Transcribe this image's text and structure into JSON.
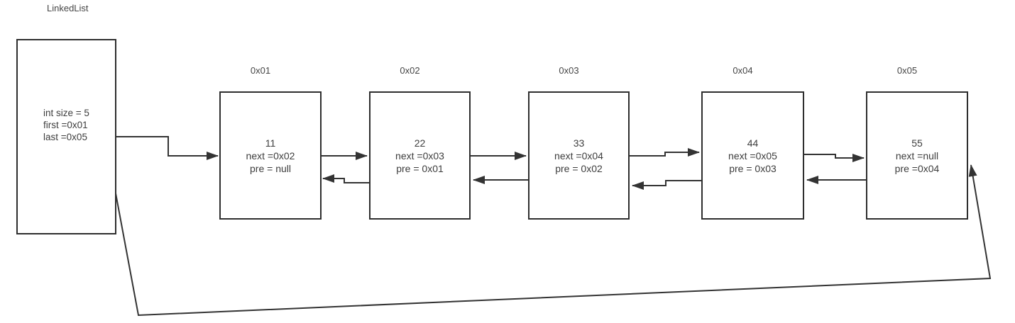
{
  "title": "LinkedList",
  "colors": {
    "background": "#ffffff",
    "line": "#333333",
    "box_border": "#2e2e2e",
    "text": "#3d3d3d"
  },
  "list_object": {
    "size_label": "int size = 5",
    "first_label": "first =0x01",
    "last_label": "last =0x05"
  },
  "nodes": [
    {
      "address": "0x01",
      "value": "11",
      "next_label": "next =0x02",
      "pre_label": "pre = null"
    },
    {
      "address": "0x02",
      "value": "22",
      "next_label": "next =0x03",
      "pre_label": "pre = 0x01"
    },
    {
      "address": "0x03",
      "value": "33",
      "next_label": "next =0x04",
      "pre_label": "pre = 0x02"
    },
    {
      "address": "0x04",
      "value": "44",
      "next_label": "next =0x05",
      "pre_label": "pre = 0x03"
    },
    {
      "address": "0x05",
      "value": "55",
      "next_label": "next =null",
      "pre_label": "pre =0x04"
    }
  ],
  "edges": [
    {
      "from": "list.first",
      "to": "0x01",
      "type": "first-pointer"
    },
    {
      "from": "0x01",
      "to": "0x02",
      "type": "next"
    },
    {
      "from": "0x02",
      "to": "0x01",
      "type": "pre"
    },
    {
      "from": "0x02",
      "to": "0x03",
      "type": "next"
    },
    {
      "from": "0x03",
      "to": "0x02",
      "type": "pre"
    },
    {
      "from": "0x03",
      "to": "0x04",
      "type": "next"
    },
    {
      "from": "0x04",
      "to": "0x03",
      "type": "pre"
    },
    {
      "from": "0x04",
      "to": "0x05",
      "type": "next"
    },
    {
      "from": "0x05",
      "to": "0x04",
      "type": "pre"
    },
    {
      "from": "list.last",
      "to": "0x05",
      "type": "last-pointer"
    }
  ]
}
